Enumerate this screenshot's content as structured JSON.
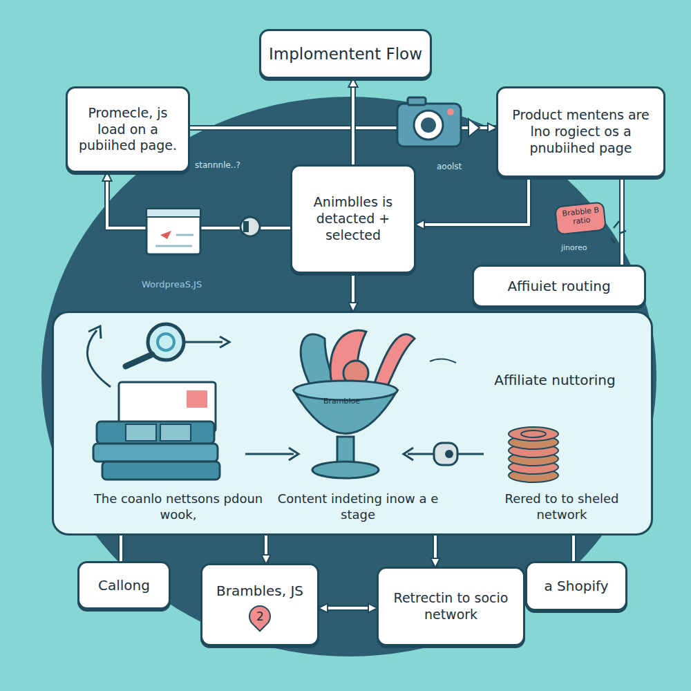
{
  "diagram": {
    "nodes": [
      {
        "text": [
          "Implomentent Flow"
        ]
      },
      {
        "text": [
          "Promecle, js load on a pubiihed page."
        ]
      },
      {
        "text": [
          "Product mentens are lno rogiect os a pnubiihed page"
        ]
      },
      {
        "text": [
          "Animblles is detacted + selected"
        ]
      },
      {
        "text": [
          "Affiuiet routing"
        ]
      },
      {
        "text": [
          "Affiliate nuttoring",
          "The coanlo nettsons pdoun wook,",
          "Content indeting inow a e stage",
          "Rered to to sheled network"
        ]
      },
      {
        "text": [
          "Callong"
        ]
      },
      {
        "text": [
          "Brambles, JS",
          "2"
        ]
      },
      {
        "text": [
          "Retrectin to socio network"
        ]
      },
      {
        "text": [
          "a Shopify"
        ]
      }
    ],
    "edges": [
      {
        "from": 1,
        "to": 2,
        "arrow": "to"
      },
      {
        "from": 3,
        "to": 0,
        "arrow": "to"
      },
      {
        "from": 2,
        "to": 3,
        "arrow": "to"
      },
      {
        "from": 3,
        "to": 5,
        "arrow": "to"
      },
      {
        "from": 3,
        "to": 1,
        "arrow": "to"
      },
      {
        "from": 2,
        "to": 4,
        "arrow": "none"
      },
      {
        "from": 5,
        "to": 6,
        "arrow": "none"
      },
      {
        "from": 5,
        "to": 7,
        "arrow": "to"
      },
      {
        "from": 7,
        "to": 8,
        "arrow": "both"
      },
      {
        "from": 5,
        "to": 8,
        "arrow": "to"
      },
      {
        "from": 5,
        "to": 9,
        "arrow": "none"
      }
    ],
    "labels": [
      "stannnle..?",
      "aoolst",
      "WordpreaS,JS",
      "Brabble B ratio",
      "jinoreo",
      "Brambloe"
    ]
  }
}
